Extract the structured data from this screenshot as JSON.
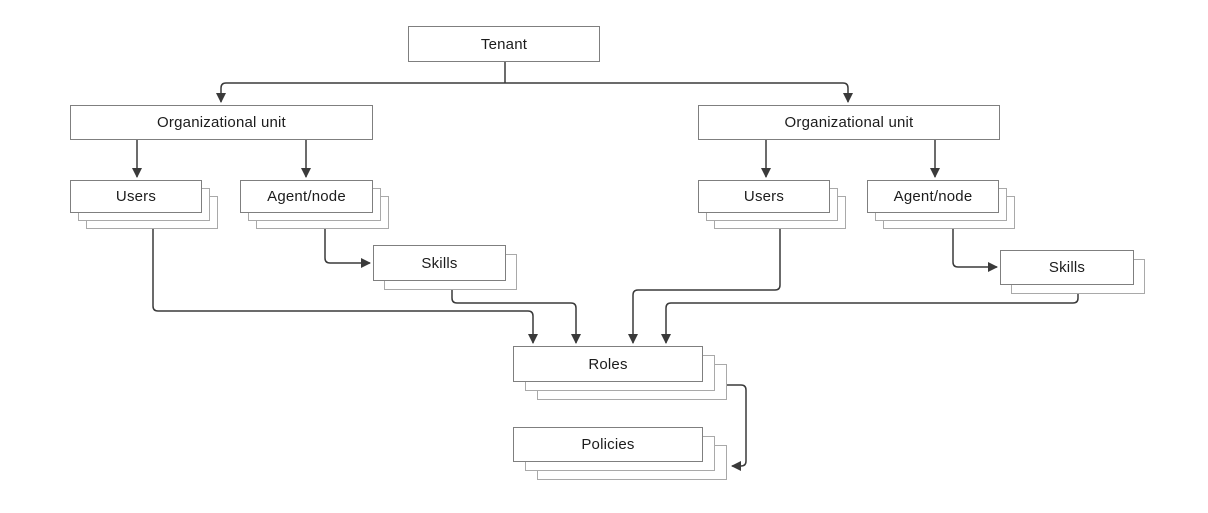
{
  "diagram": {
    "nodes": {
      "tenant": {
        "label": "Tenant",
        "stack": 1
      },
      "ou_left": {
        "label": "Organizational unit",
        "stack": 1
      },
      "ou_right": {
        "label": "Organizational unit",
        "stack": 1
      },
      "users_left": {
        "label": "Users",
        "stack": 3
      },
      "agent_left": {
        "label": "Agent/node",
        "stack": 3
      },
      "skills_left": {
        "label": "Skills",
        "stack": 2
      },
      "users_right": {
        "label": "Users",
        "stack": 3
      },
      "agent_right": {
        "label": "Agent/node",
        "stack": 3
      },
      "skills_right": {
        "label": "Skills",
        "stack": 2
      },
      "roles": {
        "label": "Roles",
        "stack": 3
      },
      "policies": {
        "label": "Policies",
        "stack": 3
      }
    },
    "edges": [
      {
        "from": "tenant",
        "to": "ou_left"
      },
      {
        "from": "tenant",
        "to": "ou_right"
      },
      {
        "from": "ou_left",
        "to": "users_left"
      },
      {
        "from": "ou_left",
        "to": "agent_left"
      },
      {
        "from": "agent_left",
        "to": "skills_left"
      },
      {
        "from": "ou_right",
        "to": "users_right"
      },
      {
        "from": "ou_right",
        "to": "agent_right"
      },
      {
        "from": "agent_right",
        "to": "skills_right"
      },
      {
        "from": "users_left",
        "to": "roles"
      },
      {
        "from": "skills_left",
        "to": "roles"
      },
      {
        "from": "users_right",
        "to": "roles"
      },
      {
        "from": "skills_right",
        "to": "roles"
      },
      {
        "from": "roles",
        "to": "policies"
      }
    ],
    "colors": {
      "background": "#ffffff",
      "box_border": "#7f7f7f",
      "stack_border": "#a9a9a9",
      "connector": "#3a3a3a",
      "text": "#1c1c1c"
    }
  }
}
